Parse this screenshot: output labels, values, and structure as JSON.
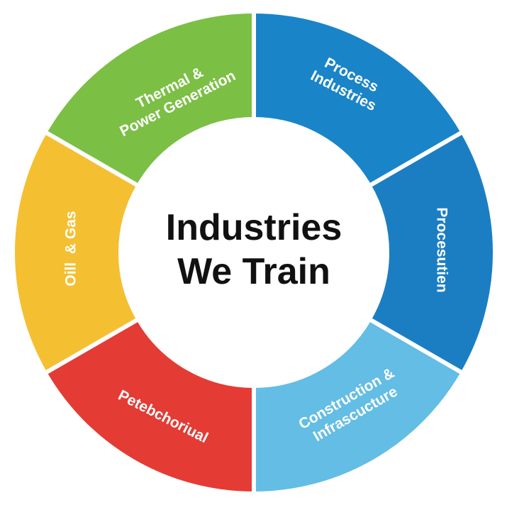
{
  "title": {
    "line1": "Industries",
    "line2": "We Train"
  },
  "segments": [
    {
      "name": "process-industries",
      "lines": [
        "Process",
        "Industries"
      ],
      "color": "#1a84c9"
    },
    {
      "name": "procesutien",
      "lines": [
        "Procesutien"
      ],
      "color": "#1b7ec3"
    },
    {
      "name": "construction-infrastructure",
      "lines": [
        "Construction &",
        "Infrascucture"
      ],
      "color": "#63bde5"
    },
    {
      "name": "petrochemical",
      "lines": [
        "Petebchoriual"
      ],
      "color": "#e43b34"
    },
    {
      "name": "oil-gas",
      "lines": [
        "Oill  & Gas"
      ],
      "color": "#f5bf32"
    },
    {
      "name": "thermal-power",
      "lines": [
        "Thermal &",
        "Power Generation"
      ],
      "color": "#7bbf45"
    }
  ]
}
